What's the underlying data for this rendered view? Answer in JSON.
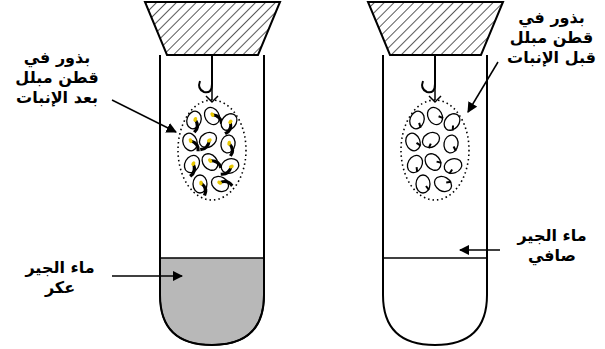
{
  "diagram": {
    "labels": [
      "بذور في قطن مبلل بعد الإنبات",
      "بذور في قطن مبلل قبل الإنبات",
      "ماء الجير عكر",
      "ماء الجير صافي"
    ]
  }
}
